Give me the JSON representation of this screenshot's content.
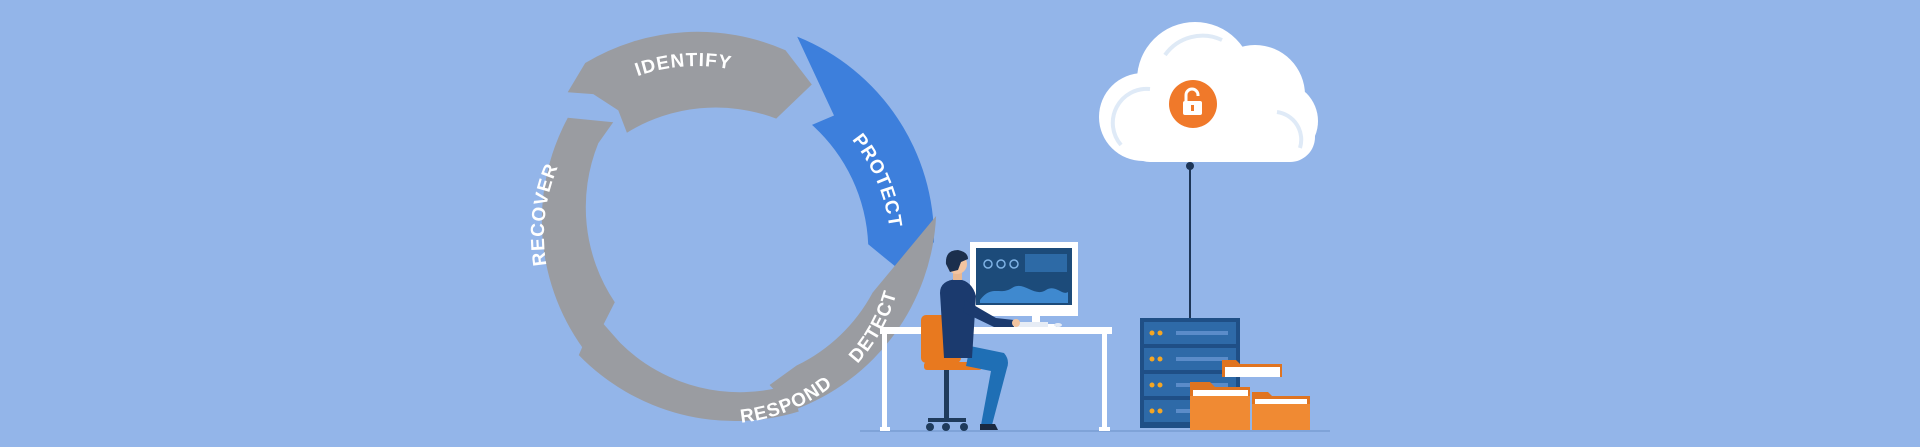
{
  "cycle": {
    "segments": [
      {
        "id": "identify",
        "label": "IDENTIFY",
        "active": false
      },
      {
        "id": "protect",
        "label": "PROTECT",
        "active": true
      },
      {
        "id": "detect",
        "label": "DETECT",
        "active": false
      },
      {
        "id": "respond",
        "label": "RESPOND",
        "active": false
      },
      {
        "id": "recover",
        "label": "RECOVER",
        "active": false
      }
    ]
  },
  "icons": {
    "cloud": "cloud-icon",
    "lock": "padlock-icon",
    "server": "server-rack-icon",
    "folders": "folder-stack-icon",
    "computer": "monitor-icon",
    "person": "person-at-desk"
  },
  "colors": {
    "background": "#93b5e9",
    "active_segment": "#3d7fdc",
    "inactive_segment": "#9a9ca1",
    "lock_badge": "#f0792a",
    "server": "#1f4f86",
    "folder": "#f08a33",
    "cloud": "#ffffff"
  }
}
